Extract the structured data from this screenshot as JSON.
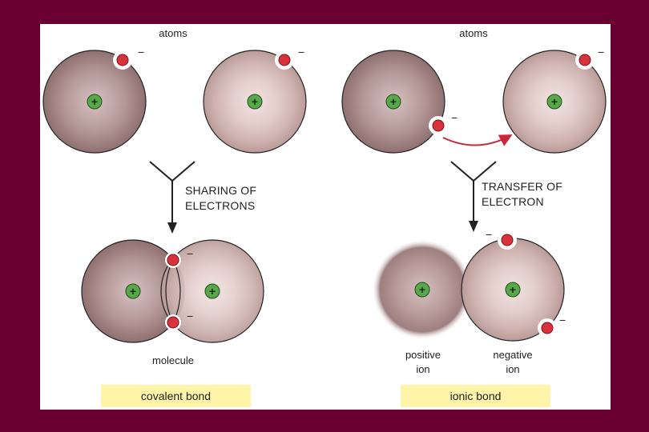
{
  "left_panel": {
    "top_label": "atoms",
    "process_line1": "SHARING OF",
    "process_line2": "ELECTRONS",
    "result_label": "molecule",
    "bond_type": "covalent bond"
  },
  "right_panel": {
    "top_label": "atoms",
    "process_line1": "TRANSFER OF",
    "process_line2": "ELECTRON",
    "positive_label_line1": "positive",
    "positive_label_line2": "ion",
    "negative_label_line1": "negative",
    "negative_label_line2": "ion",
    "bond_type": "ionic bond"
  },
  "symbols": {
    "nucleus": "+",
    "electron_charge": "−"
  },
  "colors": {
    "background": "#6a0032",
    "bond_box": "#fff4a8",
    "electron": "#d8323c",
    "nucleus": "#5aa64a",
    "transfer_arrow": "#c8283a"
  }
}
